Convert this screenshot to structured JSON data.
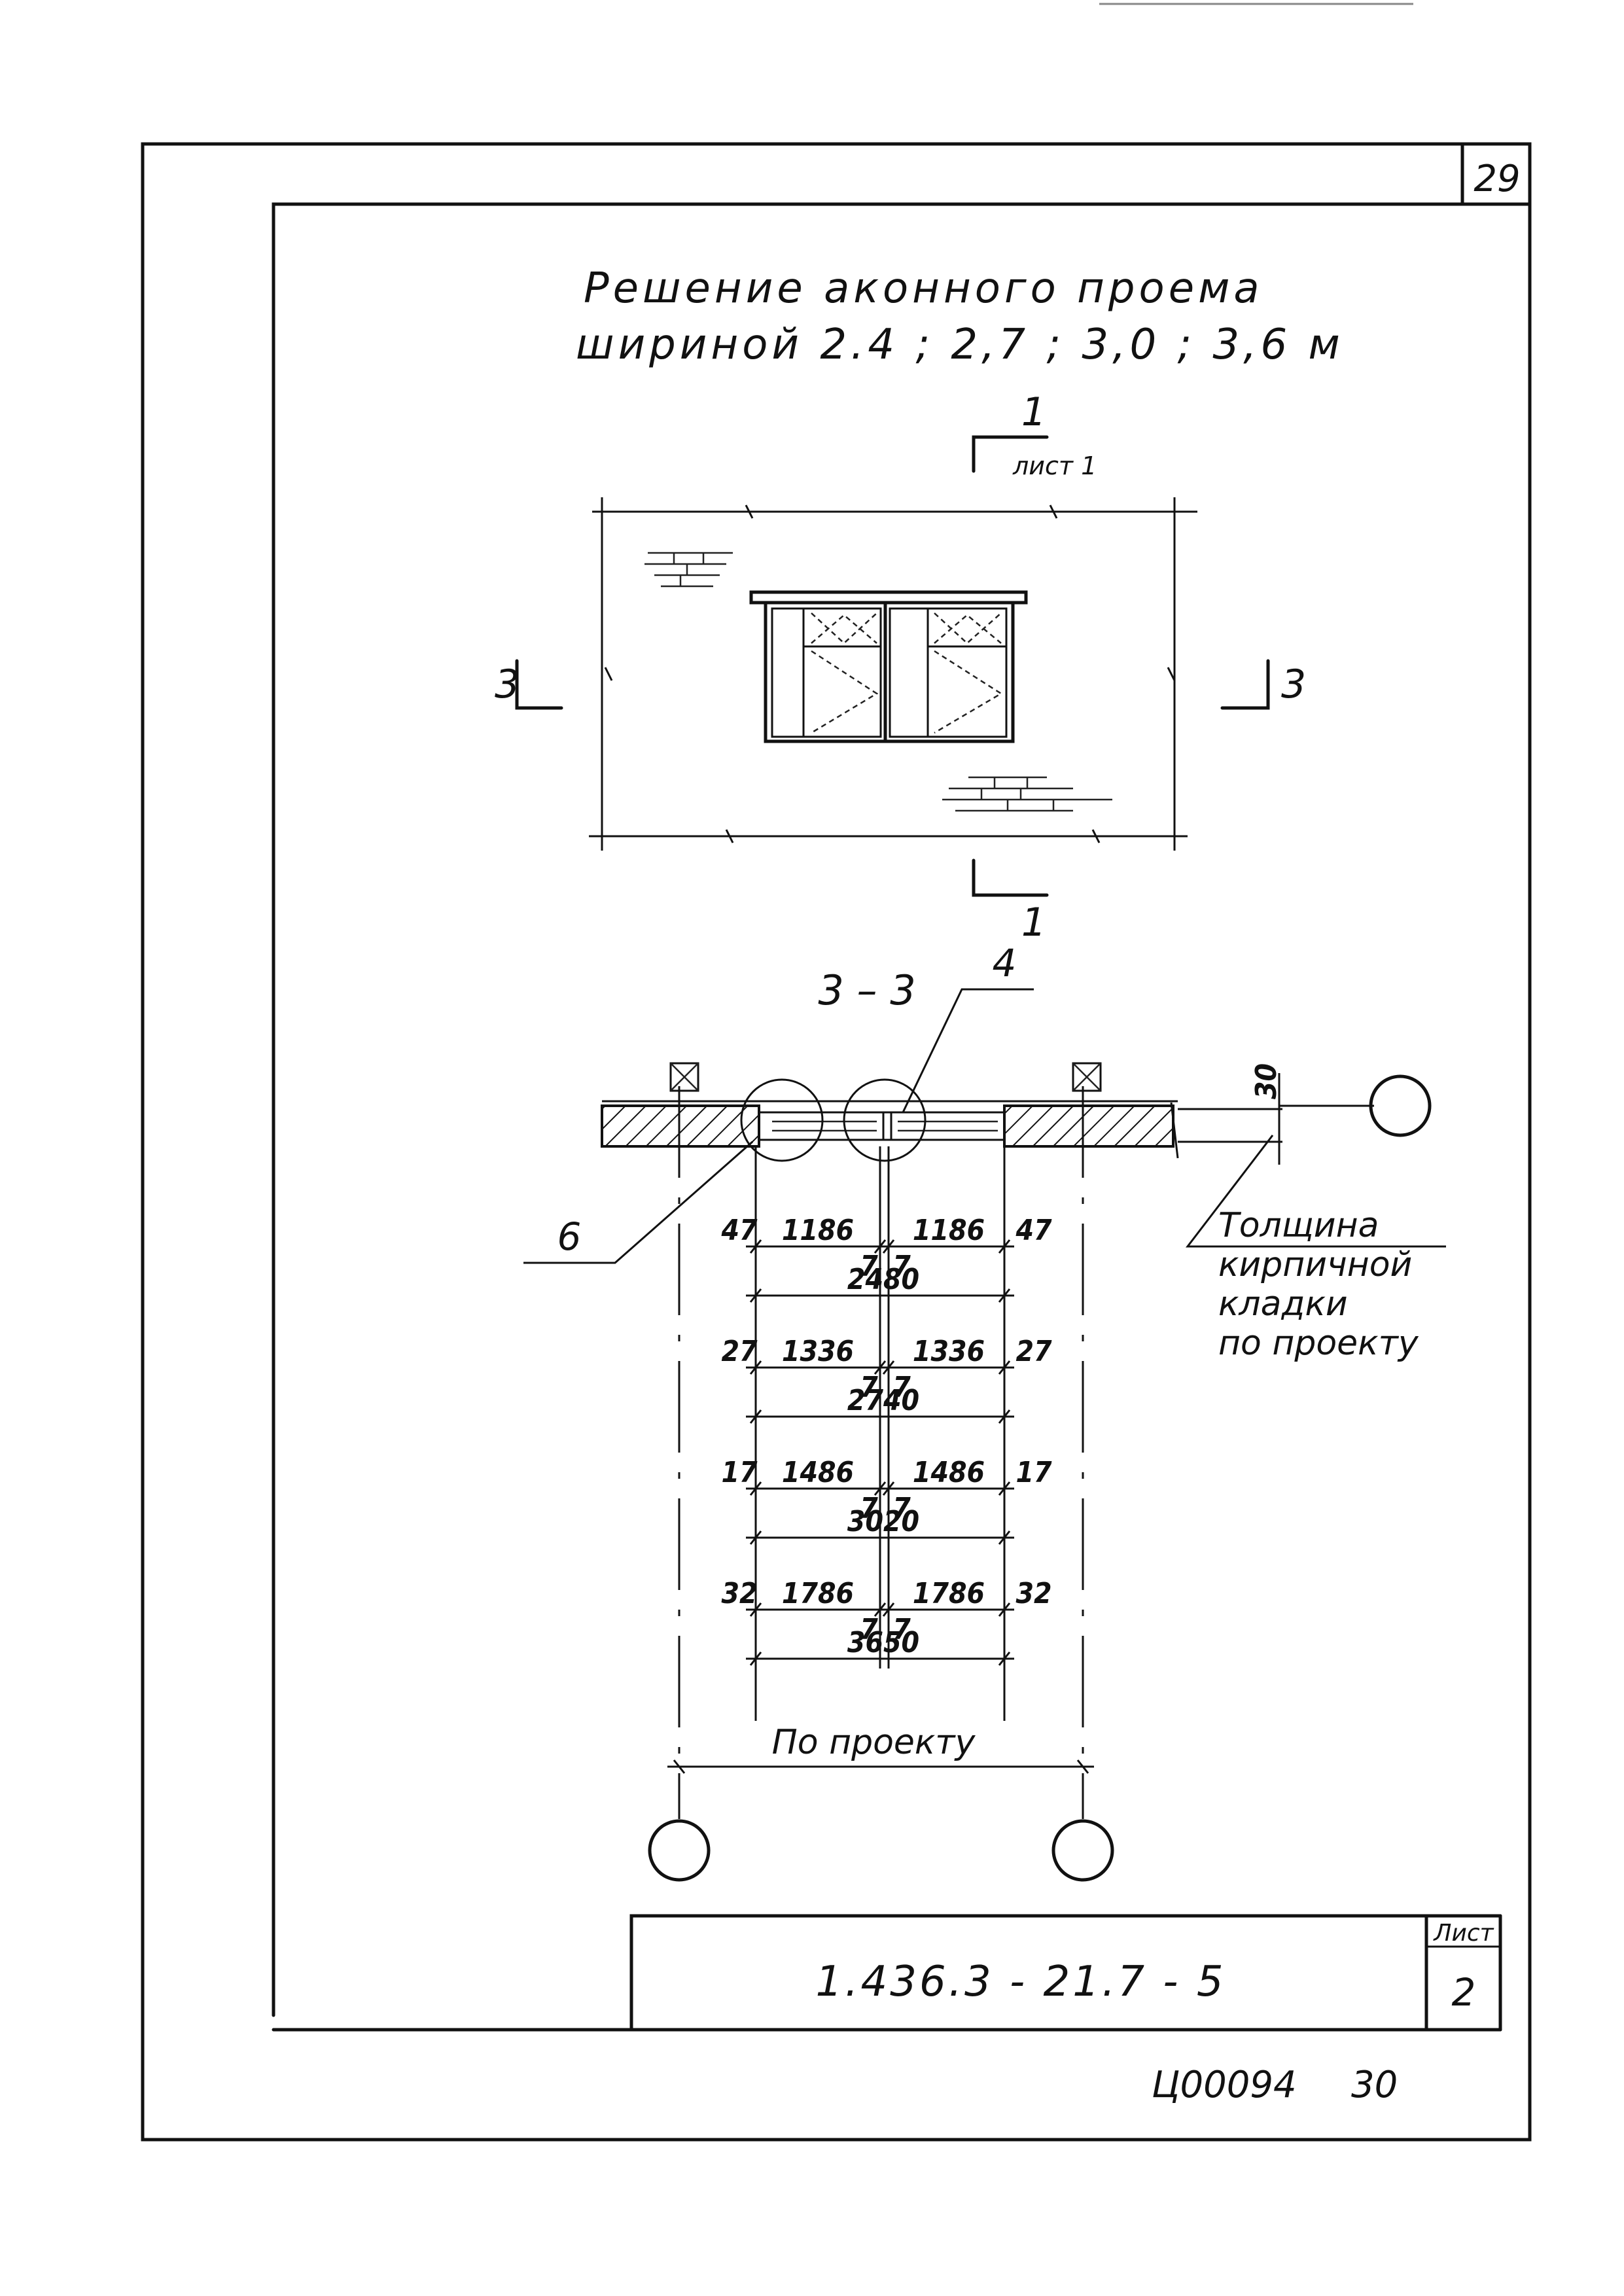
{
  "sheet": {
    "page_number": "29",
    "bottom_code": "Ц00094",
    "bottom_number": "30"
  },
  "title": {
    "line1": "Решение аконного проема",
    "line2": "шириной 2.4 ; 2,7 ; 3,0 ; 3,6 м"
  },
  "elevation": {
    "section_top_number": "1",
    "section_top_ref": "лист 1",
    "section_bottom_number": "1",
    "section_left_label": "3",
    "section_right_label": "3"
  },
  "section": {
    "title": "3 – 3",
    "callout_4": "4",
    "callout_6": "6",
    "thickness_value": "30",
    "note_lines": [
      "Толщина",
      "кирпичной",
      "кладки",
      "по проекту"
    ],
    "overall_label": "По проекту",
    "dimension_rows": [
      {
        "left": "47",
        "left_panel": "1186",
        "right_panel": "1186",
        "right": "47",
        "gap_left": "7",
        "gap_right": "7",
        "total": "2480"
      },
      {
        "left": "27",
        "left_panel": "1336",
        "right_panel": "1336",
        "right": "27",
        "gap_left": "7",
        "gap_right": "7",
        "total": "2740"
      },
      {
        "left": "17",
        "left_panel": "1486",
        "right_panel": "1486",
        "right": "17",
        "gap_left": "7",
        "gap_right": "7",
        "total": "3020"
      },
      {
        "left": "32",
        "left_panel": "1786",
        "right_panel": "1786",
        "right": "32",
        "gap_left": "7",
        "gap_right": "7",
        "total": "3650"
      }
    ]
  },
  "title_block": {
    "document_code": "1.436.3 - 21.7 - 5",
    "sheet_label": "Лист",
    "sheet_number": "2"
  }
}
